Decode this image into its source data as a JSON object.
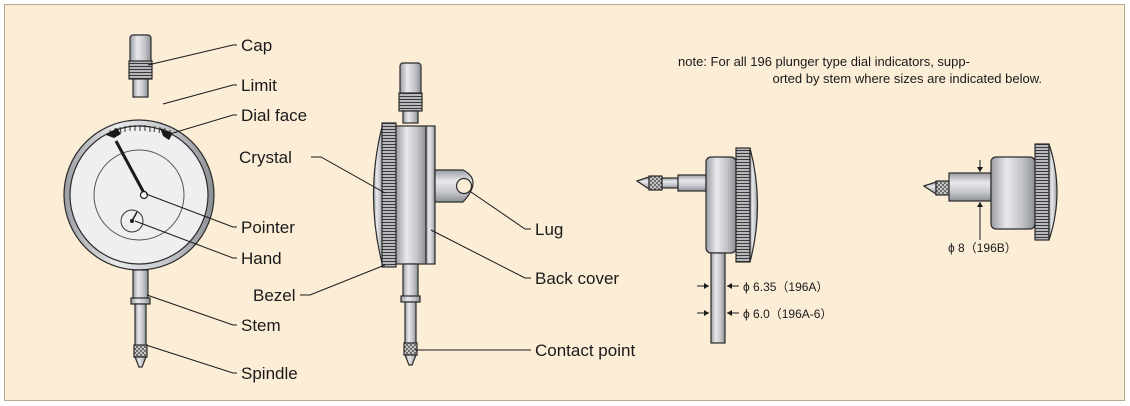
{
  "labels": {
    "cap": "Cap",
    "limit": "Limit",
    "dial_face": "Dial face",
    "crystal": "Crystal",
    "pointer": "Pointer",
    "hand": "Hand",
    "bezel": "Bezel",
    "stem": "Stem",
    "spindle": "Spindle",
    "lug": "Lug",
    "back_cover": "Back cover",
    "contact_point": "Contact point"
  },
  "note": {
    "line1": "note: For all 196 plunger type dial indicators, supp-",
    "line2": "orted by stem where sizes are indicated below."
  },
  "dimensions": {
    "d_635": "ϕ 6.35（196A）",
    "d_60": "ϕ 6.0（196A-6）",
    "d_8": "ϕ 8（196B）"
  },
  "colors": {
    "background": "#fbedd6",
    "metal": "#c9cbce",
    "metal_dark": "#8e9196",
    "dial": "#eeeff1"
  }
}
